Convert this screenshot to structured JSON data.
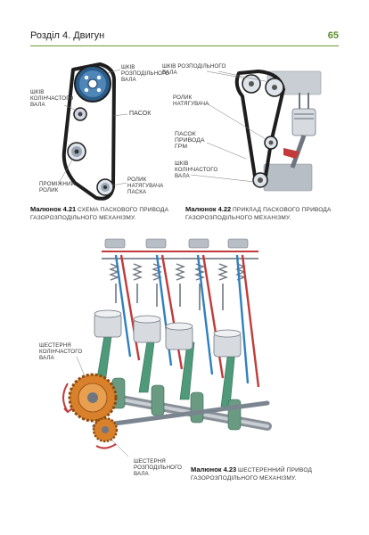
{
  "header": {
    "title": "Розділ 4. Двигун",
    "page": "65"
  },
  "fig21": {
    "labels": {
      "camshaft_pulley": "Шків розподільного вала",
      "crankshaft_pulley": "Шків колінчастого вала",
      "belt": "Пасок",
      "idler": "Проміжний ролик",
      "tensioner": "Ролик натягувача паска"
    },
    "caption_num": "Малюнок 4.21",
    "caption_text": "Схема паскового привода газорозподільного механізму."
  },
  "fig22": {
    "labels": {
      "camshaft_pulley": "Шків розподільного вала",
      "tensioner": "Ролик натягувача",
      "belt": "Пасок привода ГРМ",
      "crankshaft_pulley": "Шків колінчастого вала"
    },
    "caption_num": "Малюнок 4.22",
    "caption_text": "Приклад паскового привода газорозподільного механізму."
  },
  "fig23": {
    "labels": {
      "crank_gear": "Шестерня колінчастого вала",
      "cam_gear": "Шестерня розподільного вала"
    },
    "caption_num": "Малюнок 4.23",
    "caption_text": "Шестеренний привод газорозподільного механізму."
  },
  "colors": {
    "accent": "#6a9a3a",
    "crank_green": "#4f9a7a",
    "pushrod_blue": "#2f7fc0",
    "pushrod_red": "#c23a3a",
    "gear_orange": "#d9802a",
    "belt": "#1e1e1e"
  }
}
